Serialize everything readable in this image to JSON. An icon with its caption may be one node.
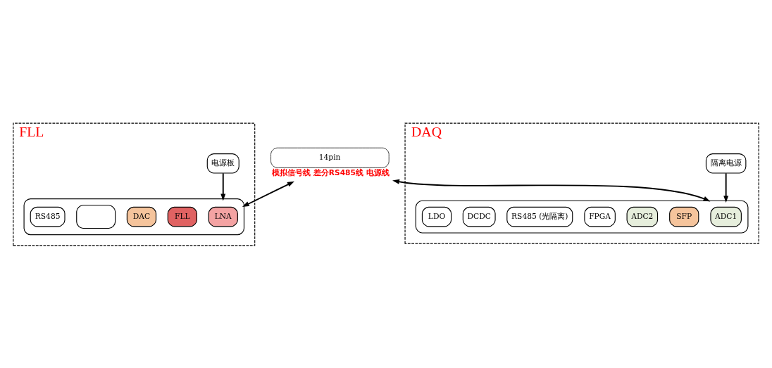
{
  "diagram": {
    "nodes": [
      {
        "text": [
          "FLL"
        ]
      },
      {
        "text": [],
        "shape": "box",
        "in": 0
      },
      {
        "text": [
          "LNA"
        ],
        "in": 1
      },
      {
        "text": [
          "FLL"
        ],
        "in": 1
      },
      {
        "text": [
          "DAC"
        ],
        "in": 1
      },
      {
        "text": [],
        "shape": "box",
        "in": 1
      },
      {
        "text": [
          "RS485"
        ],
        "in": 1
      },
      {
        "text": [
          "电源板"
        ],
        "in": 0
      },
      {
        "text": [
          "14pin"
        ],
        "beside": [
          "模拟信号线 差分RS485线 电源线"
        ]
      },
      {
        "text": [
          "DAQ"
        ]
      },
      {
        "text": [],
        "shape": "box",
        "in": 9
      },
      {
        "text": [
          "ADC1"
        ],
        "in": 10
      },
      {
        "text": [
          "SFP"
        ],
        "in": 10
      },
      {
        "text": [
          "ADC2"
        ],
        "in": 10
      },
      {
        "text": [
          "FPGA"
        ],
        "in": 10
      },
      {
        "text": [
          "RS485 (光隔离)"
        ],
        "in": 10
      },
      {
        "text": [
          "DCDC"
        ],
        "in": 10
      },
      {
        "text": [
          "LDO"
        ],
        "in": 10
      },
      {
        "text": [
          "隔离电源"
        ],
        "in": 9
      }
    ],
    "edges": [
      {
        "from": 1,
        "to": 8,
        "arrow": "both"
      },
      {
        "from": 8,
        "to": 10,
        "arrow": "both"
      },
      {
        "from": 7,
        "to": 1,
        "arrow": "to"
      },
      {
        "from": 18,
        "to": 10,
        "arrow": "to"
      }
    ]
  }
}
